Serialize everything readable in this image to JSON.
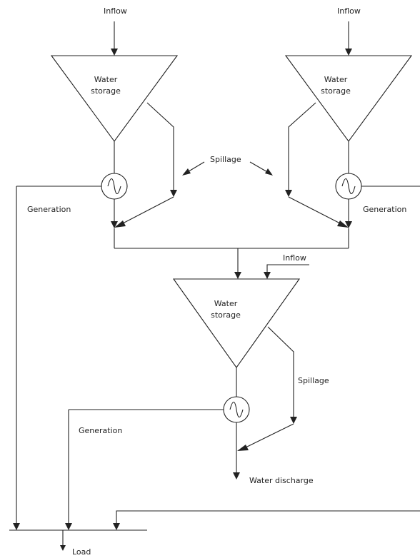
{
  "labels": {
    "inflow": "Inflow",
    "water": "Water",
    "storage": "storage",
    "spillage": "Spillage",
    "generation": "Generation",
    "water_discharge": "Water discharge",
    "load": "Load"
  },
  "colors": {
    "line": "#222222",
    "background": "#ffffff"
  }
}
